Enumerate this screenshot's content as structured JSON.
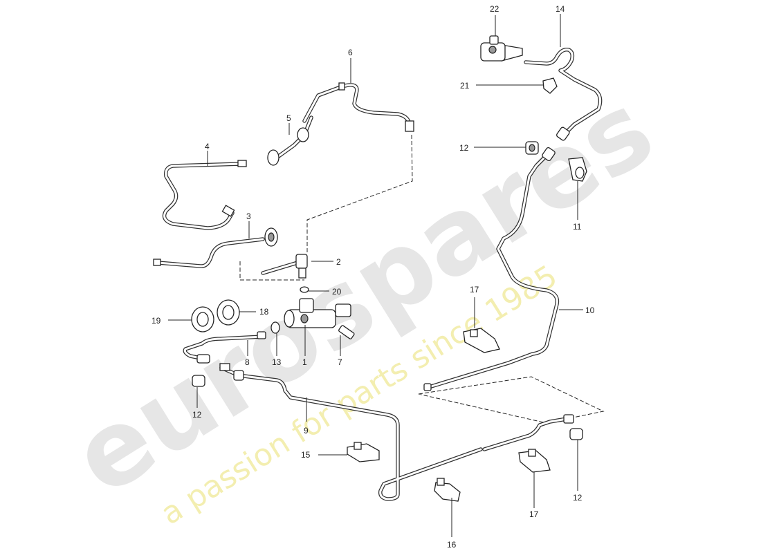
{
  "watermark": {
    "brand": "eurospares",
    "tagline": "a passion for parts since 1985"
  },
  "callouts": [
    {
      "id": "c1",
      "text": "1"
    },
    {
      "id": "c2",
      "text": "2"
    },
    {
      "id": "c3",
      "text": "3"
    },
    {
      "id": "c4",
      "text": "4"
    },
    {
      "id": "c5",
      "text": "5"
    },
    {
      "id": "c6",
      "text": "6"
    },
    {
      "id": "c7",
      "text": "7"
    },
    {
      "id": "c8",
      "text": "8"
    },
    {
      "id": "c9",
      "text": "9"
    },
    {
      "id": "c10",
      "text": "10"
    },
    {
      "id": "c11",
      "text": "11"
    },
    {
      "id": "c12a",
      "text": "12"
    },
    {
      "id": "c12b",
      "text": "12"
    },
    {
      "id": "c12c",
      "text": "12"
    },
    {
      "id": "c13",
      "text": "13"
    },
    {
      "id": "c14",
      "text": "14"
    },
    {
      "id": "c15",
      "text": "15"
    },
    {
      "id": "c16",
      "text": "16"
    },
    {
      "id": "c17a",
      "text": "17"
    },
    {
      "id": "c17b",
      "text": "17"
    },
    {
      "id": "c18",
      "text": "18"
    },
    {
      "id": "c19",
      "text": "19"
    },
    {
      "id": "c20",
      "text": "20"
    },
    {
      "id": "c21",
      "text": "21"
    },
    {
      "id": "c22",
      "text": "22"
    }
  ]
}
